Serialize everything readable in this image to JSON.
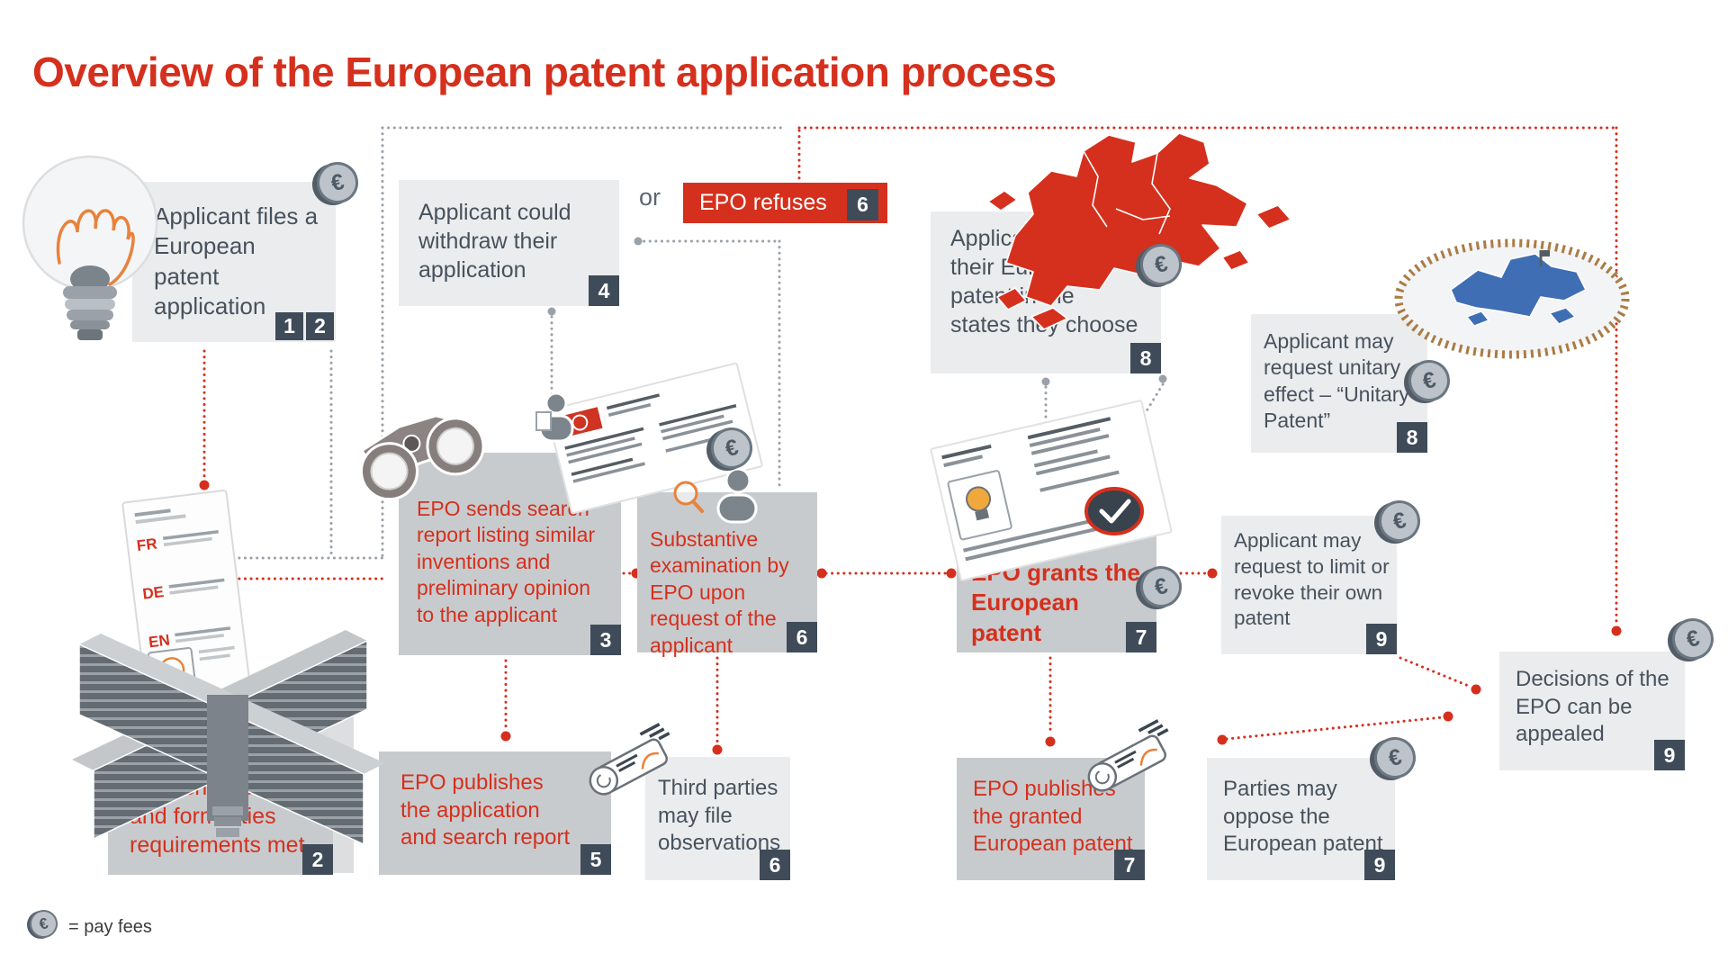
{
  "title": "Overview of the European patent application process",
  "or_label": "or",
  "refuse": {
    "label": "EPO refuses",
    "badge": "6"
  },
  "glyphs": {
    "euro": "€"
  },
  "legend": {
    "pay_fees": "= pay fees"
  },
  "bulb_doc": {
    "langs": [
      "FR",
      "DE",
      "EN"
    ]
  },
  "steps": [
    {
      "key": "files",
      "actor": "applicant",
      "text": "Applicant files a European patent application",
      "badges": [
        "1",
        "2"
      ]
    },
    {
      "key": "withdraw",
      "actor": "applicant",
      "text": "Applicant could withdraw their application",
      "badges": [
        "4"
      ]
    },
    {
      "key": "checks",
      "actor": "epo",
      "text": "EPO checks filing and formalities requirements met",
      "badges": [
        "2"
      ]
    },
    {
      "key": "search",
      "actor": "epo",
      "text": "EPO sends search report listing similar inventions and preliminary opinion to the applicant",
      "badges": [
        "3"
      ]
    },
    {
      "key": "publish_app",
      "actor": "epo",
      "text": "EPO publishes the application and search report",
      "badges": [
        "5"
      ]
    },
    {
      "key": "substantive",
      "actor": "epo",
      "text": "Substantive examination by EPO upon request of the applicant",
      "badges": [
        "6"
      ]
    },
    {
      "key": "third_parties",
      "actor": "applicant",
      "text": "Third parties may file observations",
      "badges": [
        "6"
      ]
    },
    {
      "key": "grants",
      "actor": "epo",
      "text": "EPO grants the European patent",
      "badges": [
        "7"
      ]
    },
    {
      "key": "publish_grant",
      "actor": "epo",
      "text": "EPO publishes the granted European patent",
      "badges": [
        "7"
      ]
    },
    {
      "key": "validates",
      "actor": "applicant",
      "text": "Applicant validates their European patent in the states they choose",
      "badges": [
        "8"
      ]
    },
    {
      "key": "unitary",
      "actor": "applicant",
      "text": "Applicant may request unitary effect – “Unitary Patent”",
      "badges": [
        "8"
      ]
    },
    {
      "key": "limit",
      "actor": "applicant",
      "text": "Applicant may request to limit or revoke their own patent",
      "badges": [
        "9"
      ]
    },
    {
      "key": "oppose",
      "actor": "applicant",
      "text": "Parties may oppose the European patent",
      "badges": [
        "9"
      ]
    },
    {
      "key": "appeal",
      "actor": "applicant",
      "text": "Decisions of the EPO can be appealed",
      "badges": [
        "9"
      ]
    }
  ],
  "colors": {
    "epo_red": "#d5301d",
    "slate_text": "#47525e",
    "badge_bg": "#3f4b58",
    "box_epo_bg": "#c8cbce",
    "box_applicant_bg": "#ebeced",
    "connector_gray": "#9aa1a8",
    "coin_face": "#bcc3ca",
    "coin_edge": "#525d68",
    "map_blue": "#3f6eb4",
    "fence_brown": "#aa7c45",
    "accent_orange": "#e8823c"
  }
}
